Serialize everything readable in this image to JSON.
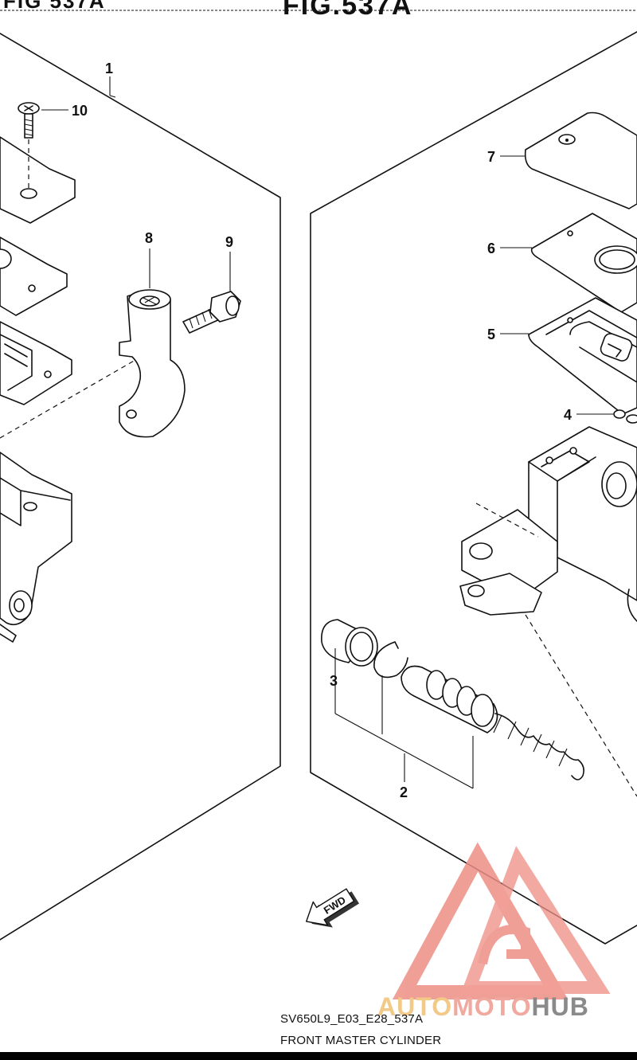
{
  "header": {
    "left_fragment": "FIG 537A",
    "title": "FIG.537A"
  },
  "callouts": {
    "c1": "1",
    "c2": "2",
    "c3": "3",
    "c4": "4",
    "c5": "5",
    "c6": "6",
    "c7": "7",
    "c8": "8",
    "c9": "9",
    "c10": "10"
  },
  "fwd_label": "FWD",
  "caption": {
    "model_code": "SV650L9_E03_E28_537A",
    "name": "FRONT MASTER CYLINDER"
  },
  "watermark": {
    "part1": "AUTO",
    "part2": "MOTO",
    "part3": "HUB",
    "colors": {
      "auto": "#f2c987",
      "moto": "#f0a89f",
      "hub": "#8a8a8a",
      "logo": "#ee8f86"
    }
  }
}
